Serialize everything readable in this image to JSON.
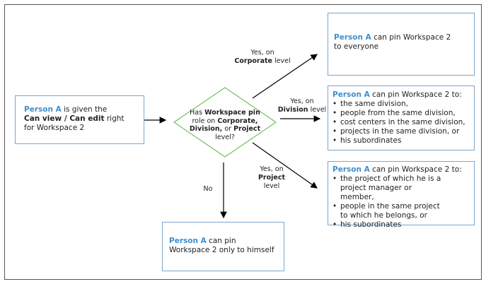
{
  "start": {
    "person": "Person A",
    "text_1": "is given the",
    "rights": "Can view / Can edit",
    "text_2": "right",
    "text_3": "for Workspace 2"
  },
  "decision": {
    "line_1a": "Has",
    "role": "Workspace pin",
    "line_2a": "role on",
    "corporate": "Corporate,",
    "division": "Division,",
    "or": "or",
    "project": "Project",
    "line_end": "level?"
  },
  "edges": {
    "corporate": {
      "yes": "Yes, on",
      "level_name": "Corporate",
      "level": "level"
    },
    "division": {
      "yes": "Yes, on",
      "level_name": "Division",
      "level": "level"
    },
    "project": {
      "yes": "Yes, on",
      "level_name": "Project",
      "level": "level"
    },
    "no": "No"
  },
  "corporate_box": {
    "person": "Person A",
    "text_1": "can pin Workspace 2",
    "text_2": "to everyone"
  },
  "division_box": {
    "person": "Person A",
    "text": "can pin Workspace 2 to:",
    "items": [
      "the same division,",
      "people from the same division,",
      "cost centers in the same division,",
      "projects in the same division, or",
      "his subordinates"
    ]
  },
  "project_box": {
    "person": "Person A",
    "text": "can pin Workspace 2 to:",
    "items": [
      "the project of which he is a project manager or member,",
      "people in the same project to which he belongs, or",
      "his subordinates"
    ]
  },
  "self_box": {
    "person": "Person A",
    "text_1": "can pin",
    "text_2": "Workspace 2 only to himself"
  },
  "colors": {
    "accent": "#3d8fd0",
    "box_border": "#7aa7cf",
    "diamond": "#6fbf5a"
  }
}
